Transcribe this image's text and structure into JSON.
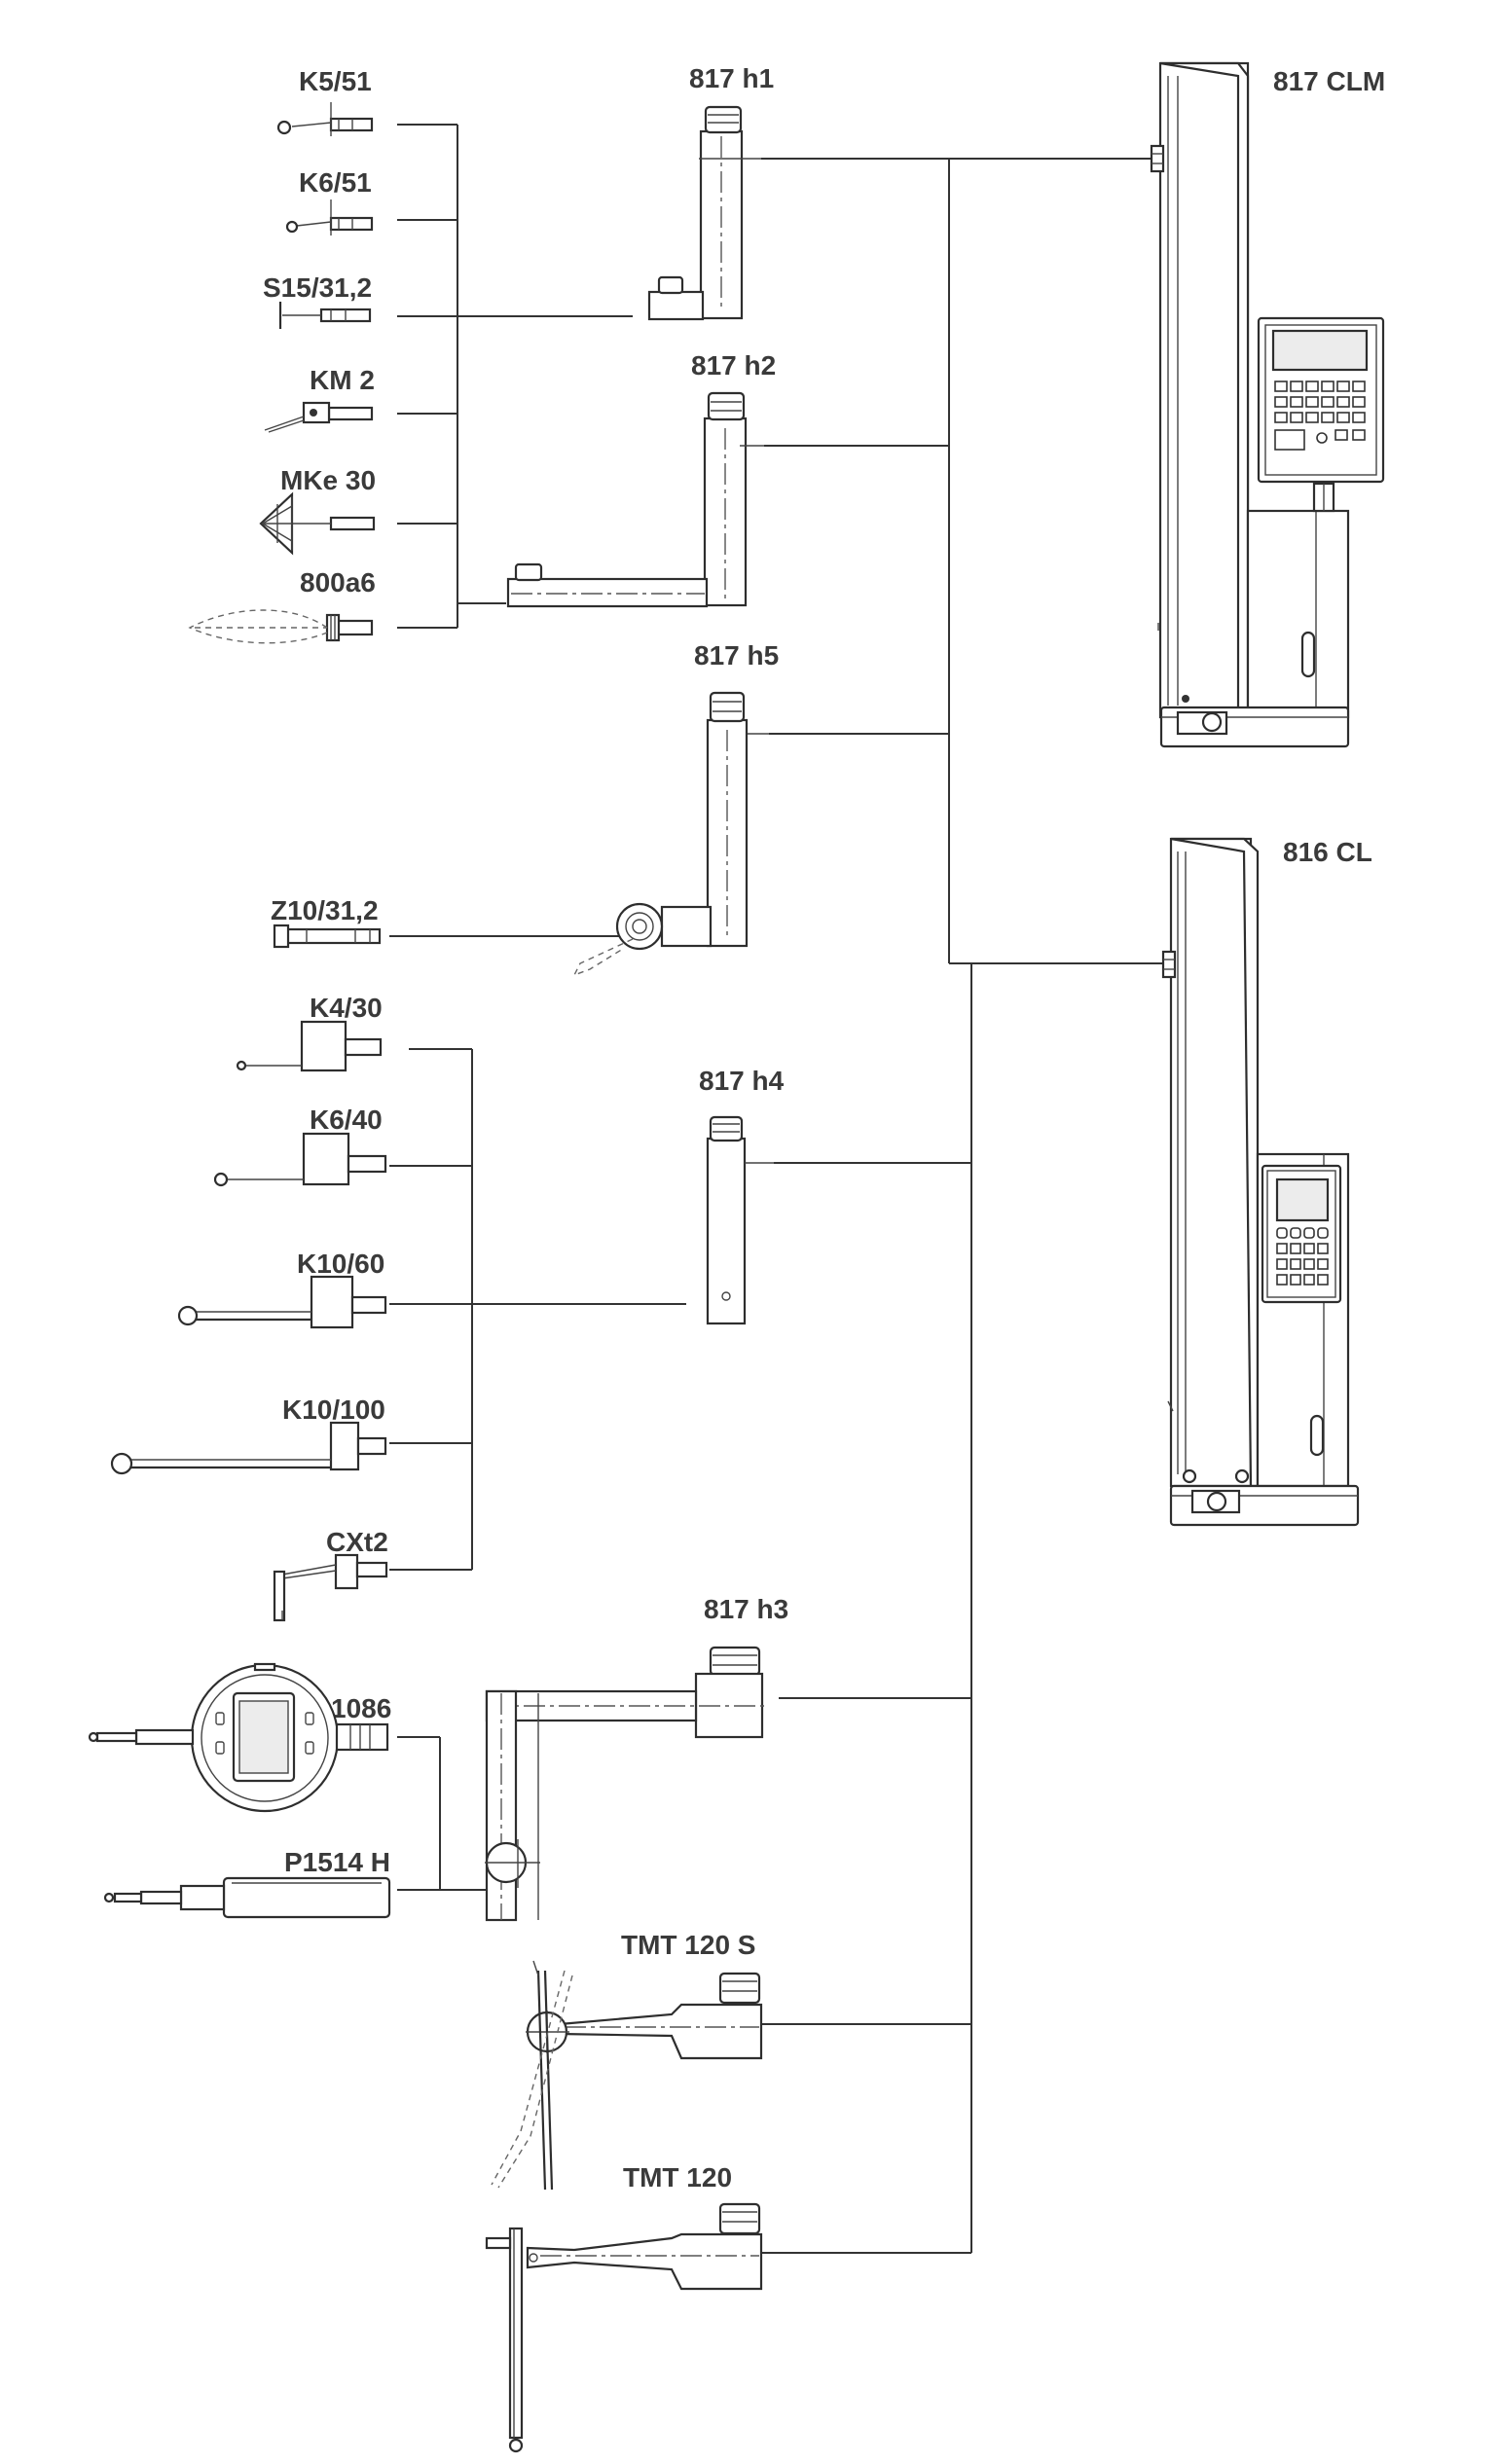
{
  "labels": {
    "k5_51": "K5/51",
    "k6_51": "K6/51",
    "s15_31_2": "S15/31,2",
    "km2": "KM 2",
    "mke30": "MKe 30",
    "a800a6": "800a6",
    "z10_31_2": "Z10/31,2",
    "k4_30": "K4/30",
    "k6_40": "K6/40",
    "k10_60": "K10/60",
    "k10_100": "K10/100",
    "cxt2": "CXt2",
    "g1086": "1086",
    "p1514h": "P1514 H",
    "h817_1": "817 h1",
    "h817_2": "817 h2",
    "h817_5": "817 h5",
    "h817_4": "817 h4",
    "h817_3": "817 h3",
    "tmt120s": "TMT 120 S",
    "tmt120": "TMT 120",
    "clm817": "817 CLM",
    "cl816": "816 CL"
  }
}
